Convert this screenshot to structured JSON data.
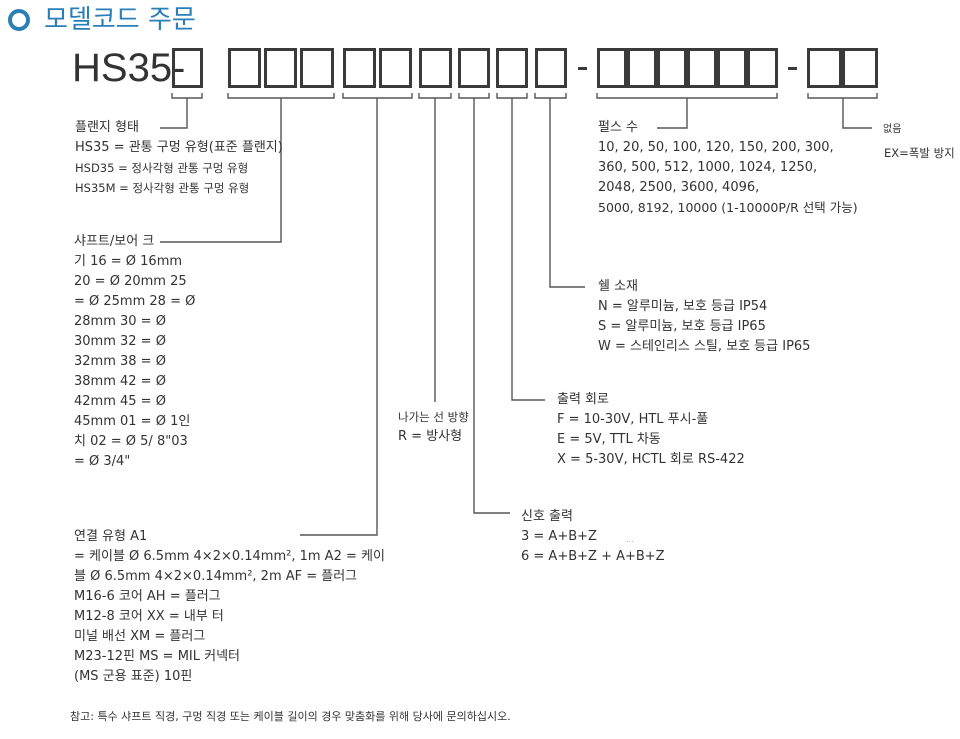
{
  "title": "모델코드 주문",
  "prefix": "HS35-",
  "flange": {
    "label": "플랜지 형태",
    "items": [
      "HS35 = 관통 구멍 유형(표준 플랜지)",
      "HSD35 = 정사각형 관통 구멍 유형",
      "HS35M = 정사각형 관통 구멍 유형"
    ]
  },
  "shaft": {
    "label": "샤프트/보어 크",
    "items": [
      "기 16 = Ø 16mm",
      "20 = Ø 20mm 25",
      "= Ø 25mm 28 = Ø",
      "28mm 30 = Ø",
      "30mm 32 = Ø",
      "32mm 38 = Ø",
      "38mm 42 = Ø",
      "42mm 45 = Ø",
      "45mm 01 = Ø 1인",
      "치 02 = Ø 5/ 8\"03",
      "= Ø 3/4\""
    ]
  },
  "connection": {
    "label": "연결 유형 A1",
    "items": [
      "= 케이블 Ø 6.5mm 4×2×0.14mm², 1m A2 = 케이",
      "블 Ø 6.5mm 4×2×0.14mm², 2m AF = 플러그",
      "M16-6 코어 AH = 플러그",
      "M12-8 코어 XX = 내부 터",
      "미널 배선 XM = 플러그",
      "M23-12핀 MS = MIL 커넥터",
      "(MS 군용 표준) 10핀"
    ]
  },
  "direction": {
    "label": "나가는 선 방향",
    "items": [
      "R = 방사형"
    ]
  },
  "signal": {
    "label": "신호 출력",
    "items": [
      "3 = A+B+Z",
      "6 = A+B+Z + A+B+Z"
    ],
    "dots": "..."
  },
  "circuit": {
    "label": "출력 회로",
    "items": [
      "F = 10-30V, HTL 푸시-풀",
      "E = 5V, TTL 차동",
      "X = 5-30V, HCTL 회로 RS-422"
    ]
  },
  "shell": {
    "label": "쉘 소재",
    "items": [
      "N = 알루미늄, 보호 등급 IP54",
      "S = 알루미늄, 보호 등급 IP65",
      "W = 스테인리스 스틸, 보호 등급 IP65"
    ]
  },
  "pulse": {
    "label": "펄스 수",
    "items": [
      "10, 20, 50, 100, 120, 150, 200, 300,",
      "360, 500, 512, 1000, 1024, 1250,",
      "2048, 2500, 3600, 4096,",
      "5000, 8192, 10000 (1-10000P/R 선택 가능)"
    ]
  },
  "explosion": {
    "label": "없음",
    "items": [
      "EX=폭발 방지"
    ]
  },
  "note": "참고: 특수 샤프트 직경, 구멍 직경 또는 케이블 길이의 경우 맞춤화를 위해 당사에 문의하십시오.",
  "colors": {
    "accent": "#2a7fb8",
    "text": "#333333"
  }
}
